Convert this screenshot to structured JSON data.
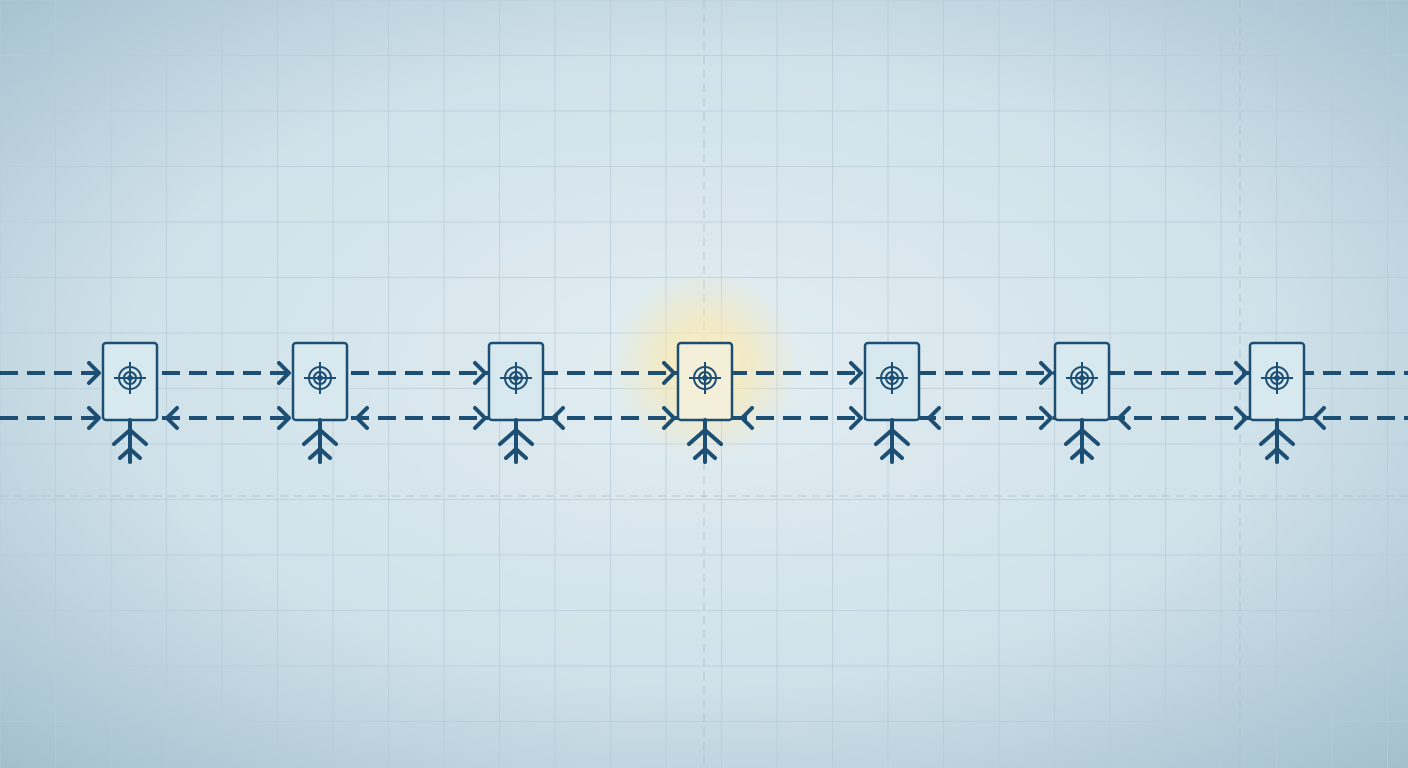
{
  "diagram": {
    "node_count": 7,
    "highlighted_node": 4,
    "node_icon": "crosshair-target-icon",
    "top_line_direction": "left-to-right",
    "bottom_line_direction": "right-to-left",
    "colors": {
      "background": "#cfe2ea",
      "grid": "#b7ccd8",
      "stroke": "#1c4f73",
      "node_fill": "#d7e8ef",
      "highlight_glow": "#ffe9a8"
    }
  }
}
